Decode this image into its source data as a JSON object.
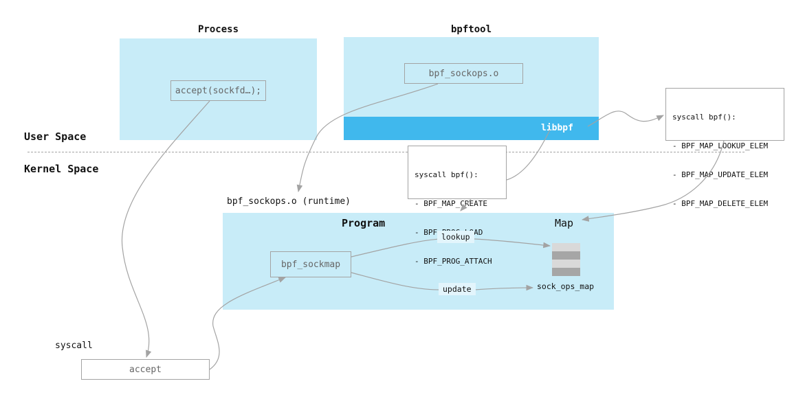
{
  "zones": {
    "user_space": "User Space",
    "kernel_space": "Kernel Space"
  },
  "process": {
    "title": "Process",
    "call": "accept(sockfd…);"
  },
  "bpftool": {
    "title": "bpftool",
    "object_file": "bpf_sockops.o",
    "library": "libbpf"
  },
  "syscall_user_note": {
    "heading": "syscall bpf():",
    "items": [
      "BPF_MAP_LOOKUP_ELEM",
      "BPF_MAP_UPDATE_ELEM",
      "BPF_MAP_DELETE_ELEM"
    ]
  },
  "syscall_kernel_note": {
    "heading": "syscall bpf():",
    "items": [
      "BPF_MAP_CREATE",
      "BPF_PROG_LOAD",
      "BPF_PROG_ATTACH"
    ]
  },
  "runtime": {
    "title": "bpf_sockops.o (runtime)",
    "program_label": "Program",
    "map_label": "Map",
    "program_node": "bpf_sockmap",
    "map_name": "sock_ops_map",
    "edges": {
      "lookup": "lookup",
      "update": "update"
    }
  },
  "syscall": {
    "title": "syscall",
    "node": "accept"
  },
  "colors": {
    "region": "#c8ecf8",
    "libbpf": "#40b8ed",
    "wire": "#a3a3a3",
    "map_light": "#d9d9d9",
    "map_dark": "#a6a6a6"
  }
}
